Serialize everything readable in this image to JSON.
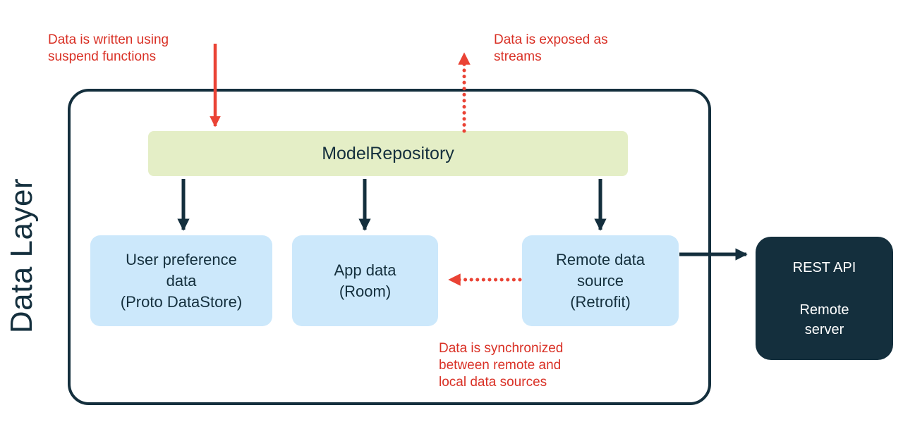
{
  "diagram": {
    "layer_label": "Data Layer",
    "colors": {
      "navy": "#142F3D",
      "green": "#E4EEC6",
      "blue": "#CCE8FB",
      "red-text": "#D93025",
      "red-arrow": "#EA4335"
    },
    "annotations": {
      "write": "Data is written using\nsuspend functions",
      "expose": "Data is exposed as\nstreams",
      "sync": "Data is synchronized\nbetween remote and\nlocal data sources"
    },
    "repository": {
      "label": "ModelRepository"
    },
    "sources": [
      {
        "label": "User preference\ndata\n(Proto DataStore)"
      },
      {
        "label": "App data\n(Room)"
      },
      {
        "label": "Remote data\nsource\n(Retrofit)"
      }
    ],
    "server": {
      "title": "REST API",
      "subtitle": "Remote\nserver"
    }
  }
}
